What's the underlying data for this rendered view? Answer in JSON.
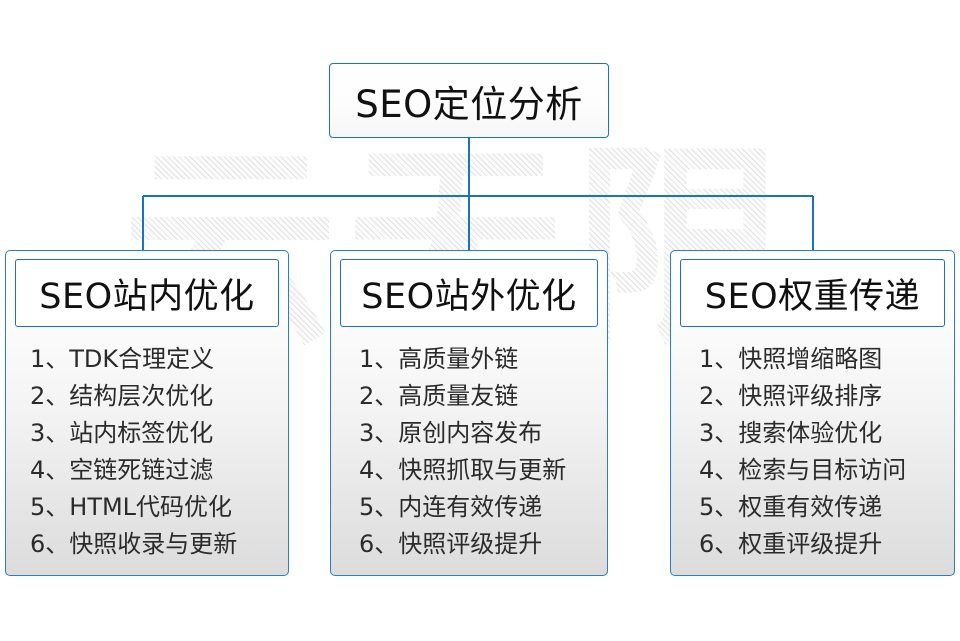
{
  "diagram": {
    "watermark_text": "云无限",
    "accent_color": "#1874bd",
    "border_color": "#2980c4",
    "root": {
      "label": "SEO定位分析"
    },
    "branches": [
      {
        "title": "SEO站内优化",
        "items": [
          "1、TDK合理定义",
          "2、结构层次优化",
          "3、站内标签优化",
          "4、空链死链过滤",
          "5、HTML代码优化",
          "6、快照收录与更新"
        ]
      },
      {
        "title": "SEO站外优化",
        "items": [
          "1、高质量外链",
          "2、高质量友链",
          "3、原创内容发布",
          "4、快照抓取与更新",
          "5、内连有效传递",
          "6、快照评级提升"
        ]
      },
      {
        "title": "SEO权重传递",
        "items": [
          "1、快照增缩略图",
          "2、快照评级排序",
          "3、搜索体验优化",
          "4、检索与目标访问",
          "5、权重有效传递",
          "6、权重评级提升"
        ]
      }
    ]
  }
}
